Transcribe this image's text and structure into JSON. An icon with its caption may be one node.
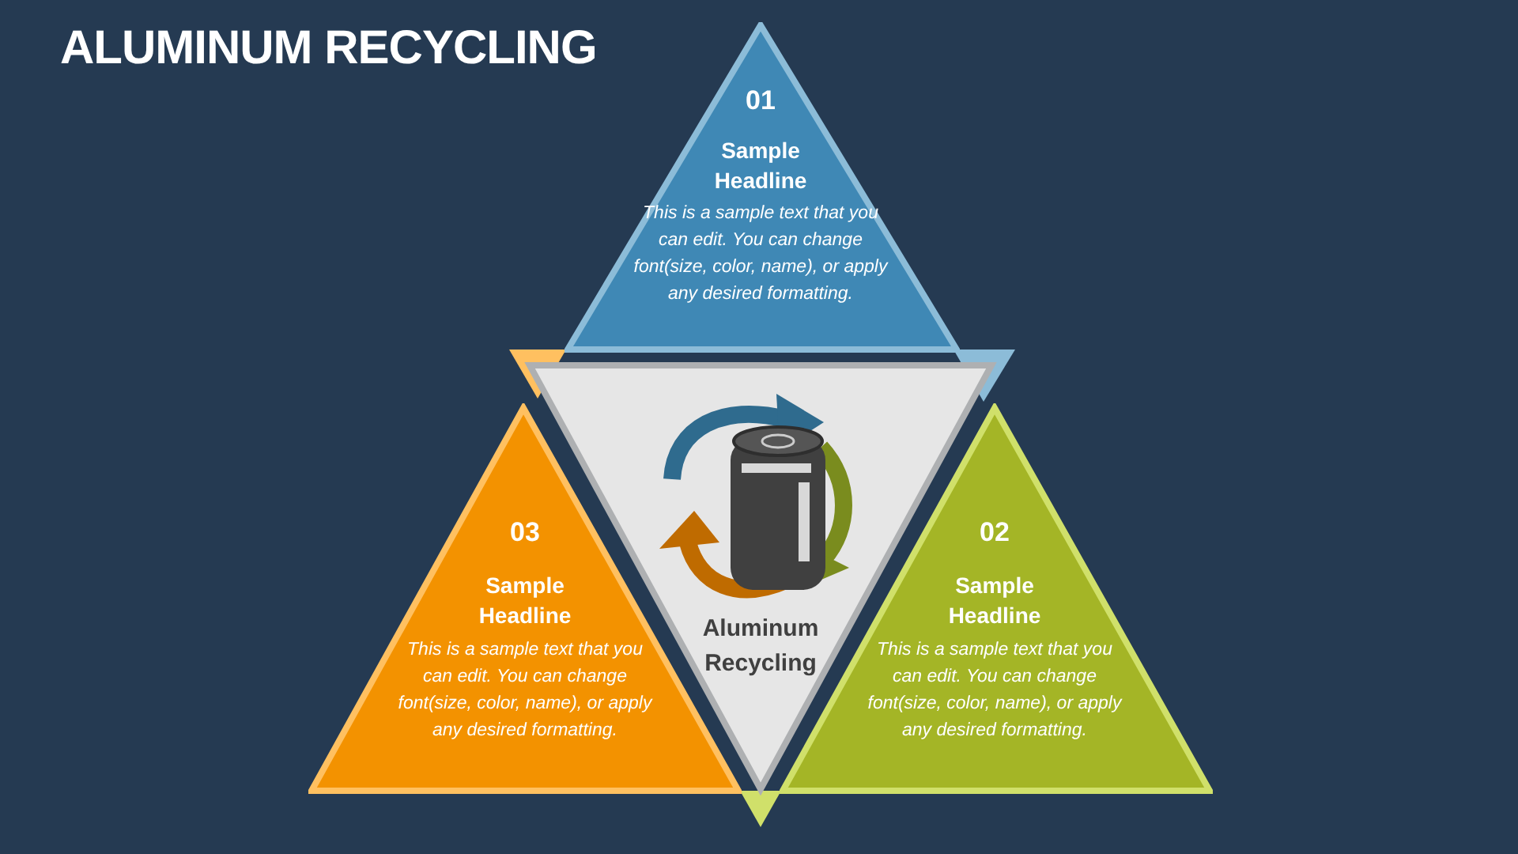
{
  "diagram": {
    "title": "ALUMINUM RECYCLING",
    "nodes": [
      {
        "text": [
          "01",
          "Sample Headline",
          "This is a sample text that you can edit. You can change font(size, color, name), or apply any desired formatting."
        ]
      },
      {
        "text": [
          "02",
          "Sample Headline",
          "This is a sample text that you can edit. You can change font(size, color, name), or apply any desired formatting."
        ]
      },
      {
        "text": [
          "03",
          "Sample Headline",
          "This is a sample text that you can edit. You can change font(size, color, name), or apply any desired formatting."
        ]
      },
      {
        "text": [
          "Aluminum Recycling"
        ]
      }
    ]
  }
}
